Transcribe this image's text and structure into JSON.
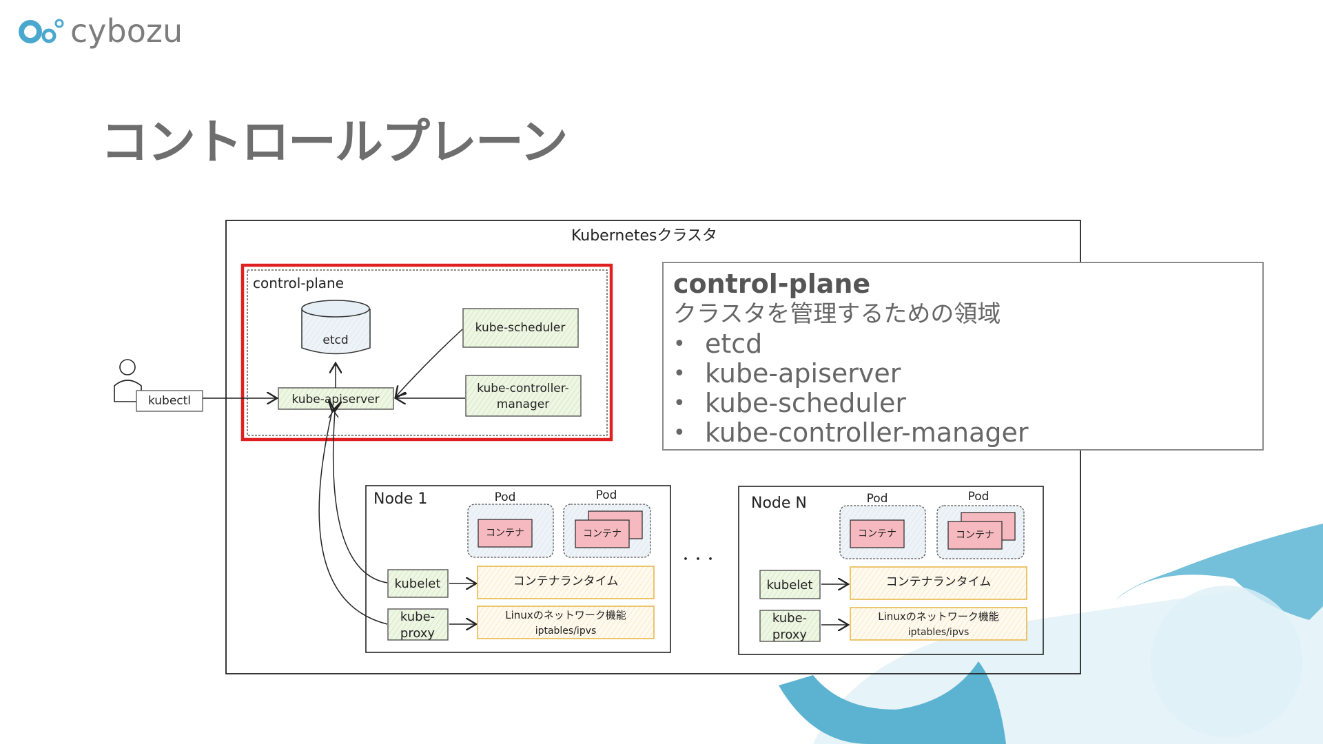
{
  "logo": {
    "brand": "cybozu"
  },
  "page_title": "コントロールプレーン",
  "diagram": {
    "cluster_label": "Kubernetesクラスタ",
    "control_plane_label": "control-plane",
    "etcd": "etcd",
    "kube_apiserver": "kube-apiserver",
    "kube_scheduler": "kube-scheduler",
    "kube_controller_manager_line1": "kube-controller-",
    "kube_controller_manager_line2": "manager",
    "kubectl": "kubectl",
    "ellipsis": "・・・",
    "nodes": [
      {
        "name": "Node 1",
        "pod1": "Pod",
        "pod2": "Pod",
        "container1": "コンテナ",
        "container2": "コンテナ",
        "kubelet": "kubelet",
        "kube_proxy_line1": "kube-",
        "kube_proxy_line2": "proxy",
        "runtime": "コンテナランタイム",
        "network_line1": "Linuxのネットワーク機能",
        "network_line2": "iptables/ipvs"
      },
      {
        "name": "Node N",
        "pod1": "Pod",
        "pod2": "Pod",
        "container1": "コンテナ",
        "container2": "コンテナ",
        "kubelet": "kubelet",
        "kube_proxy_line1": "kube-",
        "kube_proxy_line2": "proxy",
        "runtime": "コンテナランタイム",
        "network_line1": "Linuxのネットワーク機能",
        "network_line2": "iptables/ipvs"
      }
    ]
  },
  "info_box": {
    "heading": "control-plane",
    "subtitle": "クラスタを管理するための領域",
    "items": [
      "etcd",
      "kube-apiserver",
      "kube-scheduler",
      "kube-controller-manager"
    ]
  },
  "colors": {
    "highlight": "#e02020",
    "deco_blue": "#5cb3d1",
    "deco_light": "#cde6f0",
    "component_fill": "#e4f0d4",
    "container_fill": "#f6b9bf",
    "runtime_fill": "#fff6df",
    "runtime_border": "#e8b84a",
    "pod_fill": "#e6eef6"
  }
}
